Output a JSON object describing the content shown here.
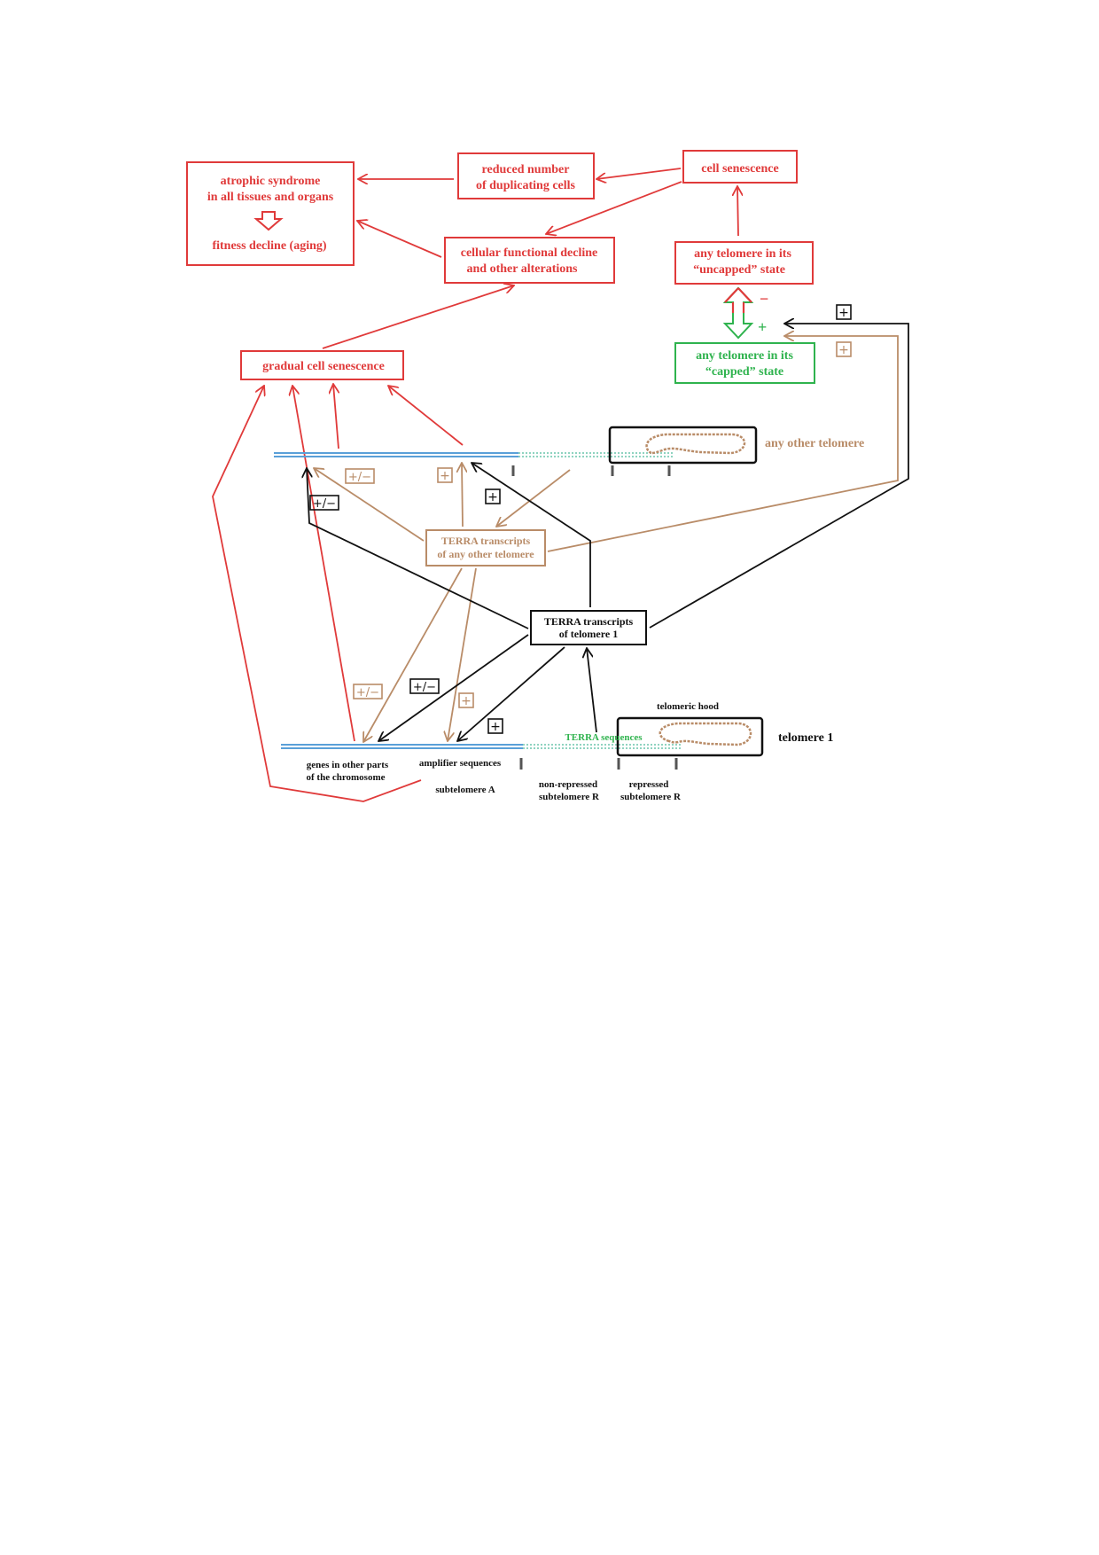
{
  "boxes": {
    "atrophic_line1": "atrophic syndrome",
    "atrophic_line2": "in all tissues and organs",
    "fitness": "fitness decline (aging)",
    "reduced_line1": "reduced number",
    "reduced_line2": "of duplicating cells",
    "cell_senescence": "cell senescence",
    "functional_line1": "cellular functional decline",
    "functional_line2": "and other alterations",
    "uncapped_line1": "any telomere in its",
    "uncapped_line2": "“uncapped” state",
    "capped_line1": "any telomere in its",
    "capped_line2": "“capped” state",
    "gradual": "gradual cell senescence",
    "terra_other_line1": "TERRA transcripts",
    "terra_other_line2": "of any other telomere",
    "terra1_line1": "TERRA transcripts",
    "terra1_line2": "of telomere 1"
  },
  "labels": {
    "any_other_telomere": "any other telomere",
    "telomeric_hood": "telomeric hood",
    "telomere_1": "telomere 1",
    "terra_sequences": "TERRA sequences",
    "genes_line1": "genes in other parts",
    "genes_line2": "of the chromosome",
    "amplifier": "amplifier sequences",
    "subtelomere_a": "subtelomere A",
    "nonrep_line1": "non-repressed",
    "nonrep_line2": "subtelomere R",
    "rep_line1": "repressed",
    "rep_line2": "subtelomere R"
  },
  "signs": {
    "minus": "−",
    "plus": "+",
    "boxed_plus": "+",
    "boxed_plusminus": "+/−"
  },
  "colors": {
    "red": "#e03a3a",
    "green": "#2fb34e",
    "tan": "#b98c68",
    "black": "#111111",
    "strand_blue": "#5aa0d8",
    "strand_teal": "#8fd3c0"
  }
}
